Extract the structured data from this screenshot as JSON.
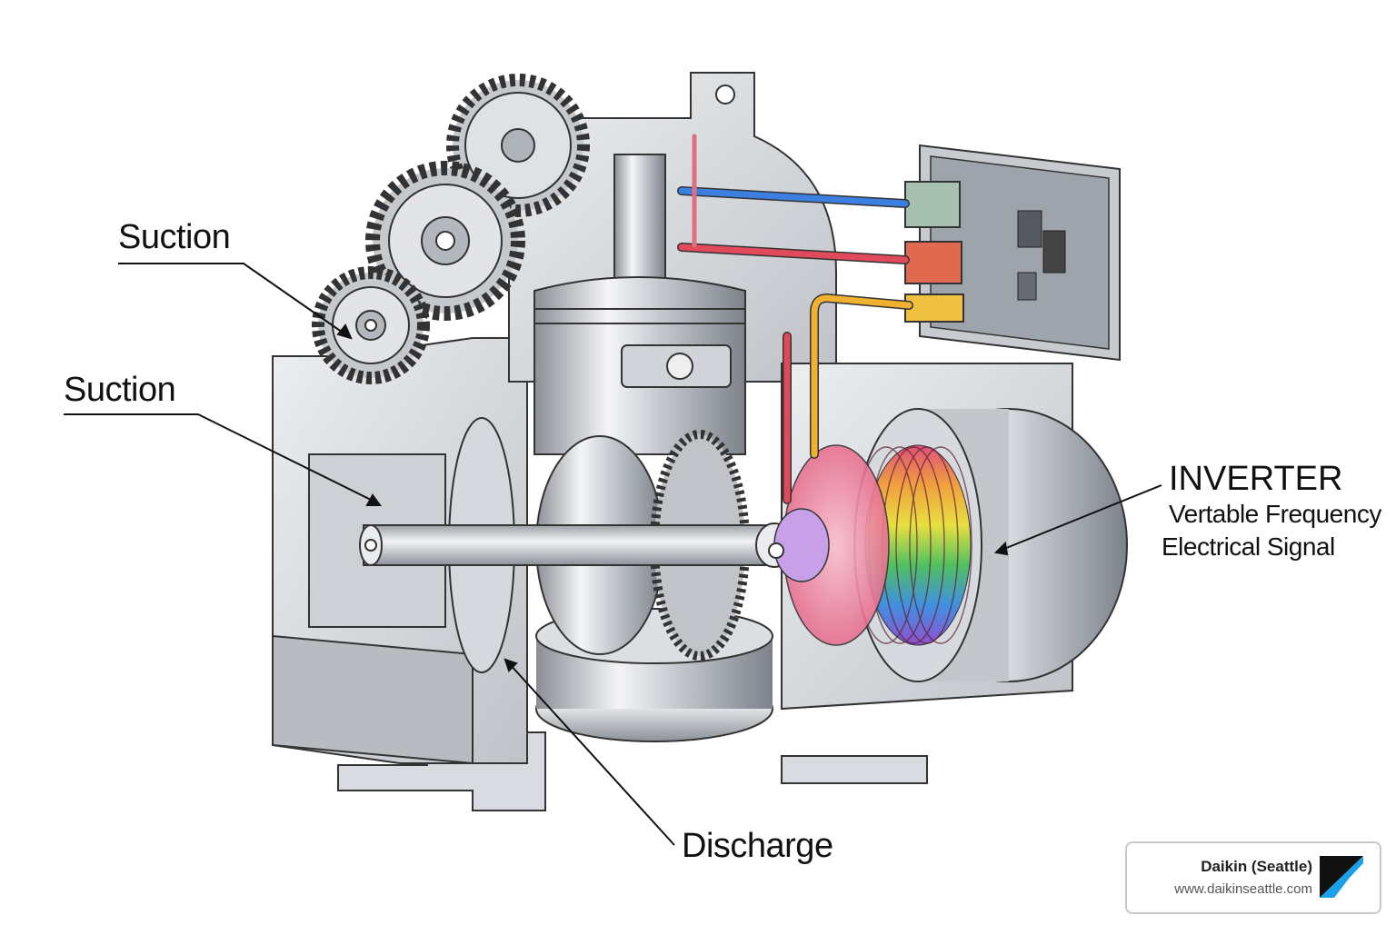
{
  "labels": {
    "suction_top": "Suction",
    "suction_mid": "Suction",
    "discharge": "Discharge",
    "inverter_title": "INVERTER",
    "inverter_line1": "Vertable Frequency",
    "inverter_line2": "Electrical Signal"
  },
  "watermark": {
    "name": "Daikin (Seattle)",
    "url": "www.daikinseattle.com",
    "logo_icon": "daikin-triangle-logo"
  },
  "colors": {
    "wire_blue": "#3b7fe0",
    "wire_red": "#e04a5a",
    "wire_yellow": "#f0b030",
    "logo_blue": "#1aa0e6",
    "metal": "#c9ccd1"
  }
}
